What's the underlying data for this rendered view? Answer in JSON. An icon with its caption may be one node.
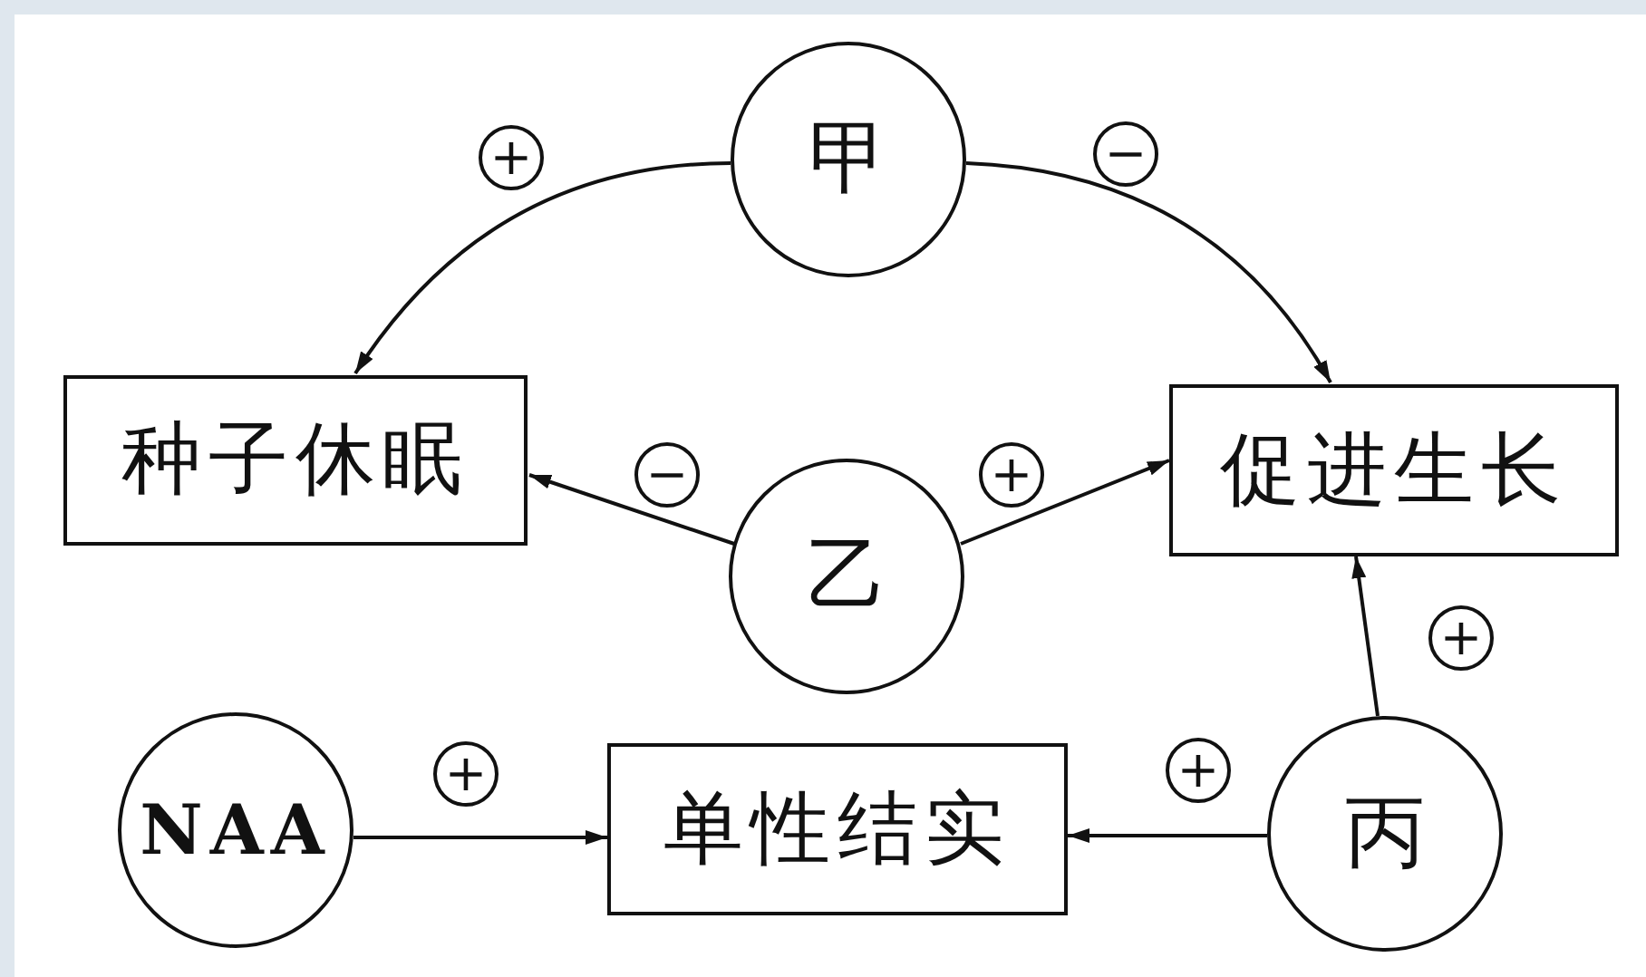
{
  "diagram": {
    "nodes": [
      {
        "text": [
          "甲"
        ]
      },
      {
        "text": [
          "种子休眠"
        ]
      },
      {
        "text": [
          "促进生长"
        ]
      },
      {
        "text": [
          "乙"
        ]
      },
      {
        "text": [
          "NAA"
        ]
      },
      {
        "text": [
          "单性结实"
        ]
      },
      {
        "text": [
          "丙"
        ]
      }
    ],
    "edges": [
      {
        "from": 0,
        "to": 1,
        "arrow": "to",
        "label": "+"
      },
      {
        "from": 0,
        "to": 2,
        "arrow": "to",
        "label": "−"
      },
      {
        "from": 3,
        "to": 1,
        "arrow": "to",
        "label": "−"
      },
      {
        "from": 3,
        "to": 2,
        "arrow": "to",
        "label": "+"
      },
      {
        "from": 4,
        "to": 5,
        "arrow": "to",
        "label": "+"
      },
      {
        "from": 6,
        "to": 5,
        "arrow": "to",
        "label": "+"
      },
      {
        "from": 6,
        "to": 2,
        "arrow": "to",
        "label": "+"
      }
    ]
  }
}
